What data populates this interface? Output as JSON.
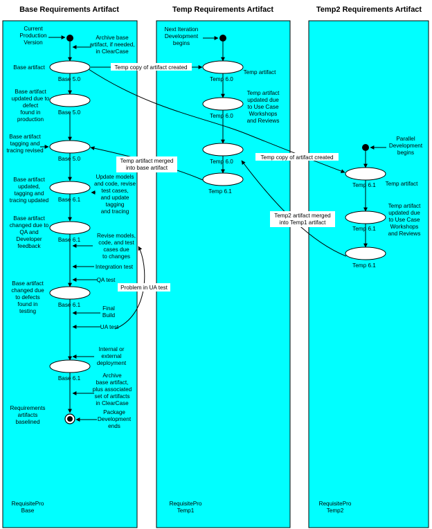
{
  "lanes": [
    {
      "title": "Base Requirements Artifact",
      "footer": [
        "RequisitePro",
        "Base"
      ]
    },
    {
      "title": "Temp Requirements Artifact",
      "footer": [
        "RequisitePro",
        "Temp1"
      ]
    },
    {
      "title": "Temp2 Requirements Artifact",
      "footer": [
        "RequisitePro",
        "Temp2"
      ]
    }
  ],
  "colors": {
    "lane_fill": "#00ffff",
    "stroke": "#000000",
    "node_fill": "#ffffff"
  },
  "base": {
    "start_label": [
      "Current",
      "Production",
      "Version"
    ],
    "archive_note": [
      "Archive base",
      "artifact, if needed,",
      "in ClearCase"
    ],
    "n1_left": [
      "Base artifact"
    ],
    "n1_name": "Base 5.0",
    "n2_left": [
      "Base artifact",
      "updated due to",
      "defect",
      "found in",
      "production"
    ],
    "n2_name": "Base 5.0",
    "n3_left": [
      "Base artifact",
      "tagging and",
      "tracing revised"
    ],
    "n3_name": "Base 5.0",
    "n4_left": [
      "Base artifact",
      "updated,",
      "tagging and",
      "tracing updated"
    ],
    "n4_name": "Base 6.1",
    "n4_right": [
      "Update models",
      "and code, revise",
      "test cases,",
      "and update",
      "tagging",
      "and tracing"
    ],
    "n5_left": [
      "Base artifact",
      "changed due to",
      "QA and",
      "Developer",
      "feedback"
    ],
    "n5_name": "Base 6.1",
    "revise_note": [
      "Revise models,",
      "code, and test",
      "cases due",
      "to changes"
    ],
    "integration": "Integration test",
    "qa": "QA test",
    "n6_left": [
      "Base artifact",
      "changed due",
      "to defects",
      "found  in",
      "testing"
    ],
    "n6_name": "Base 6.1",
    "final_build": [
      "Final",
      "Build"
    ],
    "ua_test": "UA test",
    "deploy_note": [
      "Internal or",
      "external",
      "deployment"
    ],
    "n7_name": "Base 6.1",
    "n7_right": [
      "Archive",
      "base artifact,",
      "plus associated",
      "set of artifacts",
      "in ClearCase"
    ],
    "end_left": [
      "Requirements",
      "artifacts",
      "baselined"
    ],
    "end_right": [
      "Package",
      "Development",
      "ends"
    ]
  },
  "temp1": {
    "start_label": [
      "Next Iteration",
      "Development",
      "begins"
    ],
    "t1_name": "Temp 6.0",
    "t1_right": "Temp artifact",
    "t2_name": "Temp 6.0",
    "t2_right": [
      "Temp artifact",
      "updated due",
      "to Use Case",
      "Workshops",
      "and Reviews"
    ],
    "t3_name": "Temp 6.0",
    "t4_name": "Temp 6.1"
  },
  "temp2": {
    "start_label": [
      "Parallel",
      "Development",
      "begins"
    ],
    "u1_name": "Temp 6.1",
    "u1_right": "Temp artifact",
    "u2_name": "Temp 6.1",
    "u2_right": [
      "Temp artifact",
      "updated due",
      "to Use Case",
      "Workshops",
      "and Reviews"
    ],
    "u3_name": "Temp 6.1"
  },
  "flows": {
    "copy1": "Temp copy of artifact created",
    "merge1": [
      "Temp artifact merged",
      "into base artifact"
    ],
    "copy2": "Temp copy of artifact created",
    "merge2": [
      "Temp2 artifact merged",
      "into Temp1 artifact"
    ],
    "ua_problem": "Problem in UA test"
  }
}
